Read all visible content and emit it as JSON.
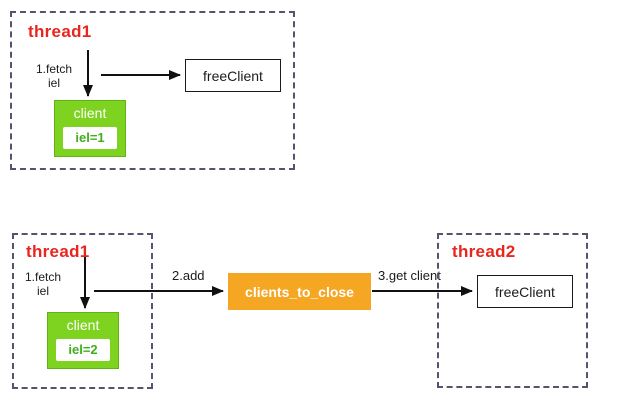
{
  "top": {
    "thread_label": "thread1",
    "step1_label": "1.fetch\niel",
    "free_client_label": "freeClient",
    "client_label": "client",
    "client_value": "iel=1"
  },
  "bottom": {
    "thread1_label": "thread1",
    "step1_label": "1.fetch\niel",
    "client_label": "client",
    "client_value": "iel=2",
    "step2_label": "2.add",
    "queue_label": "clients_to_close",
    "step3_label": "3.get client",
    "thread2_label": "thread2",
    "free_client_label": "freeClient"
  },
  "colors": {
    "thread_text": "#e8261f",
    "client_green": "#7ed321",
    "queue_orange": "#f5a623",
    "dashed_border": "#55546e",
    "arrow": "#111111"
  }
}
